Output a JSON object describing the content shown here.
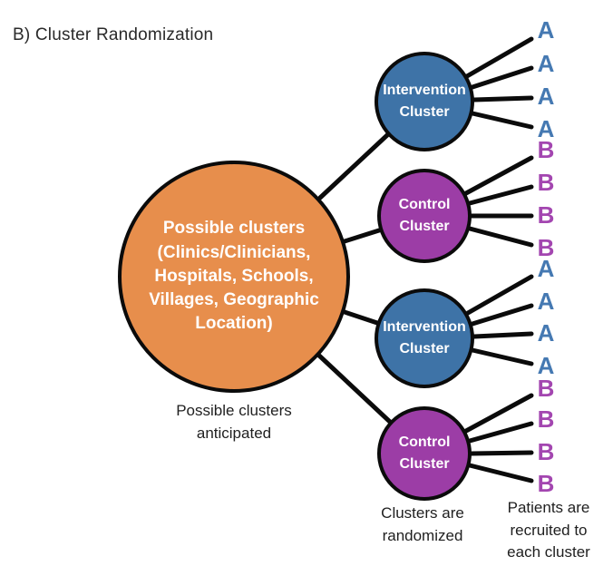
{
  "title": "B) Cluster Randomization",
  "main_cluster": {
    "label": "Possible clusters (Clinics/Clinicians, Hospitals, Schools, Villages, Geographic Location)",
    "caption": "Possible clusters anticipated"
  },
  "clusters": [
    {
      "label": "Intervention Cluster",
      "type": "intervention",
      "color": "#3e73a7"
    },
    {
      "label": "Control Cluster",
      "type": "control",
      "color": "#9c3da6"
    },
    {
      "label": "Intervention Cluster",
      "type": "intervention",
      "color": "#3e73a7"
    },
    {
      "label": "Control Cluster",
      "type": "control",
      "color": "#9c3da6"
    }
  ],
  "randomization_caption": "Clusters are randomized",
  "patients": {
    "caption": "Patients are recruited to each cluster",
    "groups": [
      [
        "A",
        "A",
        "A",
        "A"
      ],
      [
        "B",
        "B",
        "B",
        "B"
      ],
      [
        "A",
        "A",
        "A",
        "A"
      ],
      [
        "B",
        "B",
        "B",
        "B"
      ]
    ]
  },
  "colors": {
    "main_circle": "#e78e4c",
    "intervention_circle": "#3e73a7",
    "control_circle": "#9c3da6",
    "letter_a": "#4579b2",
    "letter_b": "#a346b0",
    "line": "#0b0b0b",
    "caption_text": "#1f1f1f",
    "circle_text": "#ffffff",
    "background": "#ffffff"
  }
}
